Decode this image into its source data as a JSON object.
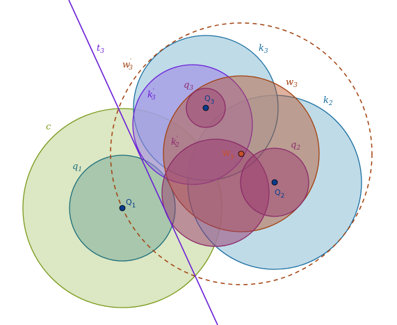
{
  "colors": {
    "green": "#7a9a1a",
    "green_fill": "#d8e4bc",
    "teal": "#1b6f7c",
    "teal_fill": "#86b39d",
    "blue": "#1b6fa0",
    "blue_fill": "#a9cfe0",
    "purple": "#6a1fd6",
    "purple_fill": "#9d7fe6",
    "brown": "#a2400e",
    "brown_fill": "#b8532a",
    "magenta": "#8a2a6a",
    "magenta_fill": "#9a3a6e",
    "line": "#6a1fd6",
    "point_blue": "#0a3c8c",
    "point_orange": "#c8502a"
  },
  "labels": {
    "c": {
      "main": "c",
      "sup": "",
      "sub": ""
    },
    "q1": {
      "main": "q",
      "sup": "",
      "sub": "1"
    },
    "t3": {
      "main": "t",
      "sup": "",
      "sub": "3"
    },
    "w3p": {
      "main": "w",
      "sup": "′",
      "sub": "3"
    },
    "k3": {
      "main": "k",
      "sup": "",
      "sub": "3"
    },
    "k3p": {
      "main": "k",
      "sup": "′",
      "sub": "3"
    },
    "q3": {
      "main": "q",
      "sup": "",
      "sub": "3"
    },
    "w3": {
      "main": "w",
      "sup": "",
      "sub": "3"
    },
    "k2": {
      "main": "k",
      "sup": "",
      "sub": "2"
    },
    "k2p": {
      "main": "k",
      "sup": "′",
      "sub": "2"
    },
    "q2": {
      "main": "q",
      "sup": "",
      "sub": "2"
    }
  },
  "points": {
    "Q1": {
      "main": "Q",
      "sub": "1"
    },
    "Q2": {
      "main": "Q",
      "sub": "2"
    },
    "Q3": {
      "main": "Q",
      "sub": "3"
    },
    "W3": {
      "main": "W",
      "sub": "3"
    }
  }
}
